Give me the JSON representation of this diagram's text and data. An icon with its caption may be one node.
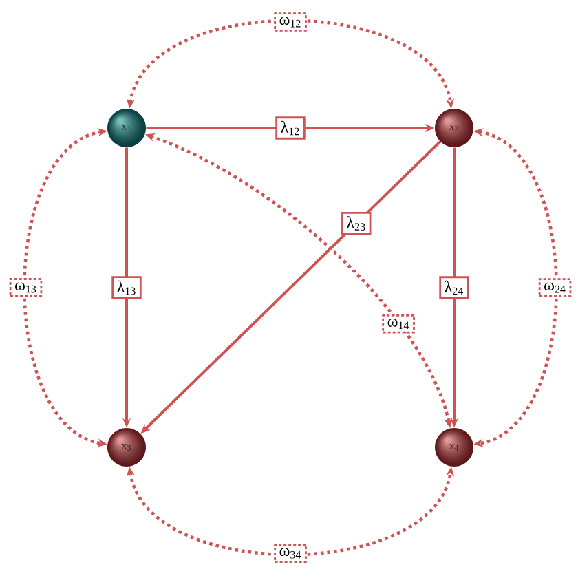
{
  "diagram": {
    "nodes": [
      {
        "text": [
          "x$_{1}$"
        ]
      },
      {
        "text": [
          "x$_{2}$"
        ]
      },
      {
        "text": [
          "x$_{3}$"
        ]
      },
      {
        "text": [
          "x$_{4}$"
        ]
      }
    ],
    "edges": [
      {
        "from": 0,
        "to": 1,
        "arrow": "both",
        "label": "ω$_{12}$",
        "style": "dashed"
      },
      {
        "from": 0,
        "to": 1,
        "arrow": "to",
        "label": "λ$_{12}$"
      },
      {
        "from": 0,
        "to": 2,
        "arrow": "both",
        "label": "ω$_{13}$",
        "style": "dashed"
      },
      {
        "from": 0,
        "to": 2,
        "arrow": "to",
        "label": "λ$_{13}$"
      },
      {
        "from": 1,
        "to": 2,
        "arrow": "to",
        "label": "λ$_{23}$"
      },
      {
        "from": 0,
        "to": 3,
        "arrow": "both",
        "label": "ω$_{14}$",
        "style": "dashed"
      },
      {
        "from": 1,
        "to": 3,
        "arrow": "to",
        "label": "λ$_{24}$"
      },
      {
        "from": 1,
        "to": 3,
        "arrow": "both",
        "label": "ω$_{24}$",
        "style": "dashed"
      },
      {
        "from": 2,
        "to": 3,
        "arrow": "both",
        "label": "ω$_{34}$",
        "style": "dashed"
      }
    ]
  }
}
